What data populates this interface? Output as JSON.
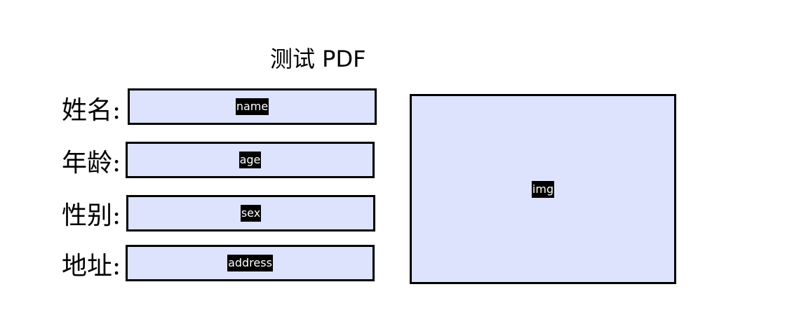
{
  "title": "测试 PDF",
  "fields": [
    {
      "label": "姓名:",
      "tag": "name"
    },
    {
      "label": "年龄:",
      "tag": "age"
    },
    {
      "label": "性别:",
      "tag": "sex"
    },
    {
      "label": "地址:",
      "tag": "address"
    }
  ],
  "image_field": {
    "tag": "img"
  },
  "colors": {
    "field_background": "#dde3fd",
    "field_border": "#000000",
    "tag_background": "#000000",
    "tag_text": "#ffffff"
  }
}
